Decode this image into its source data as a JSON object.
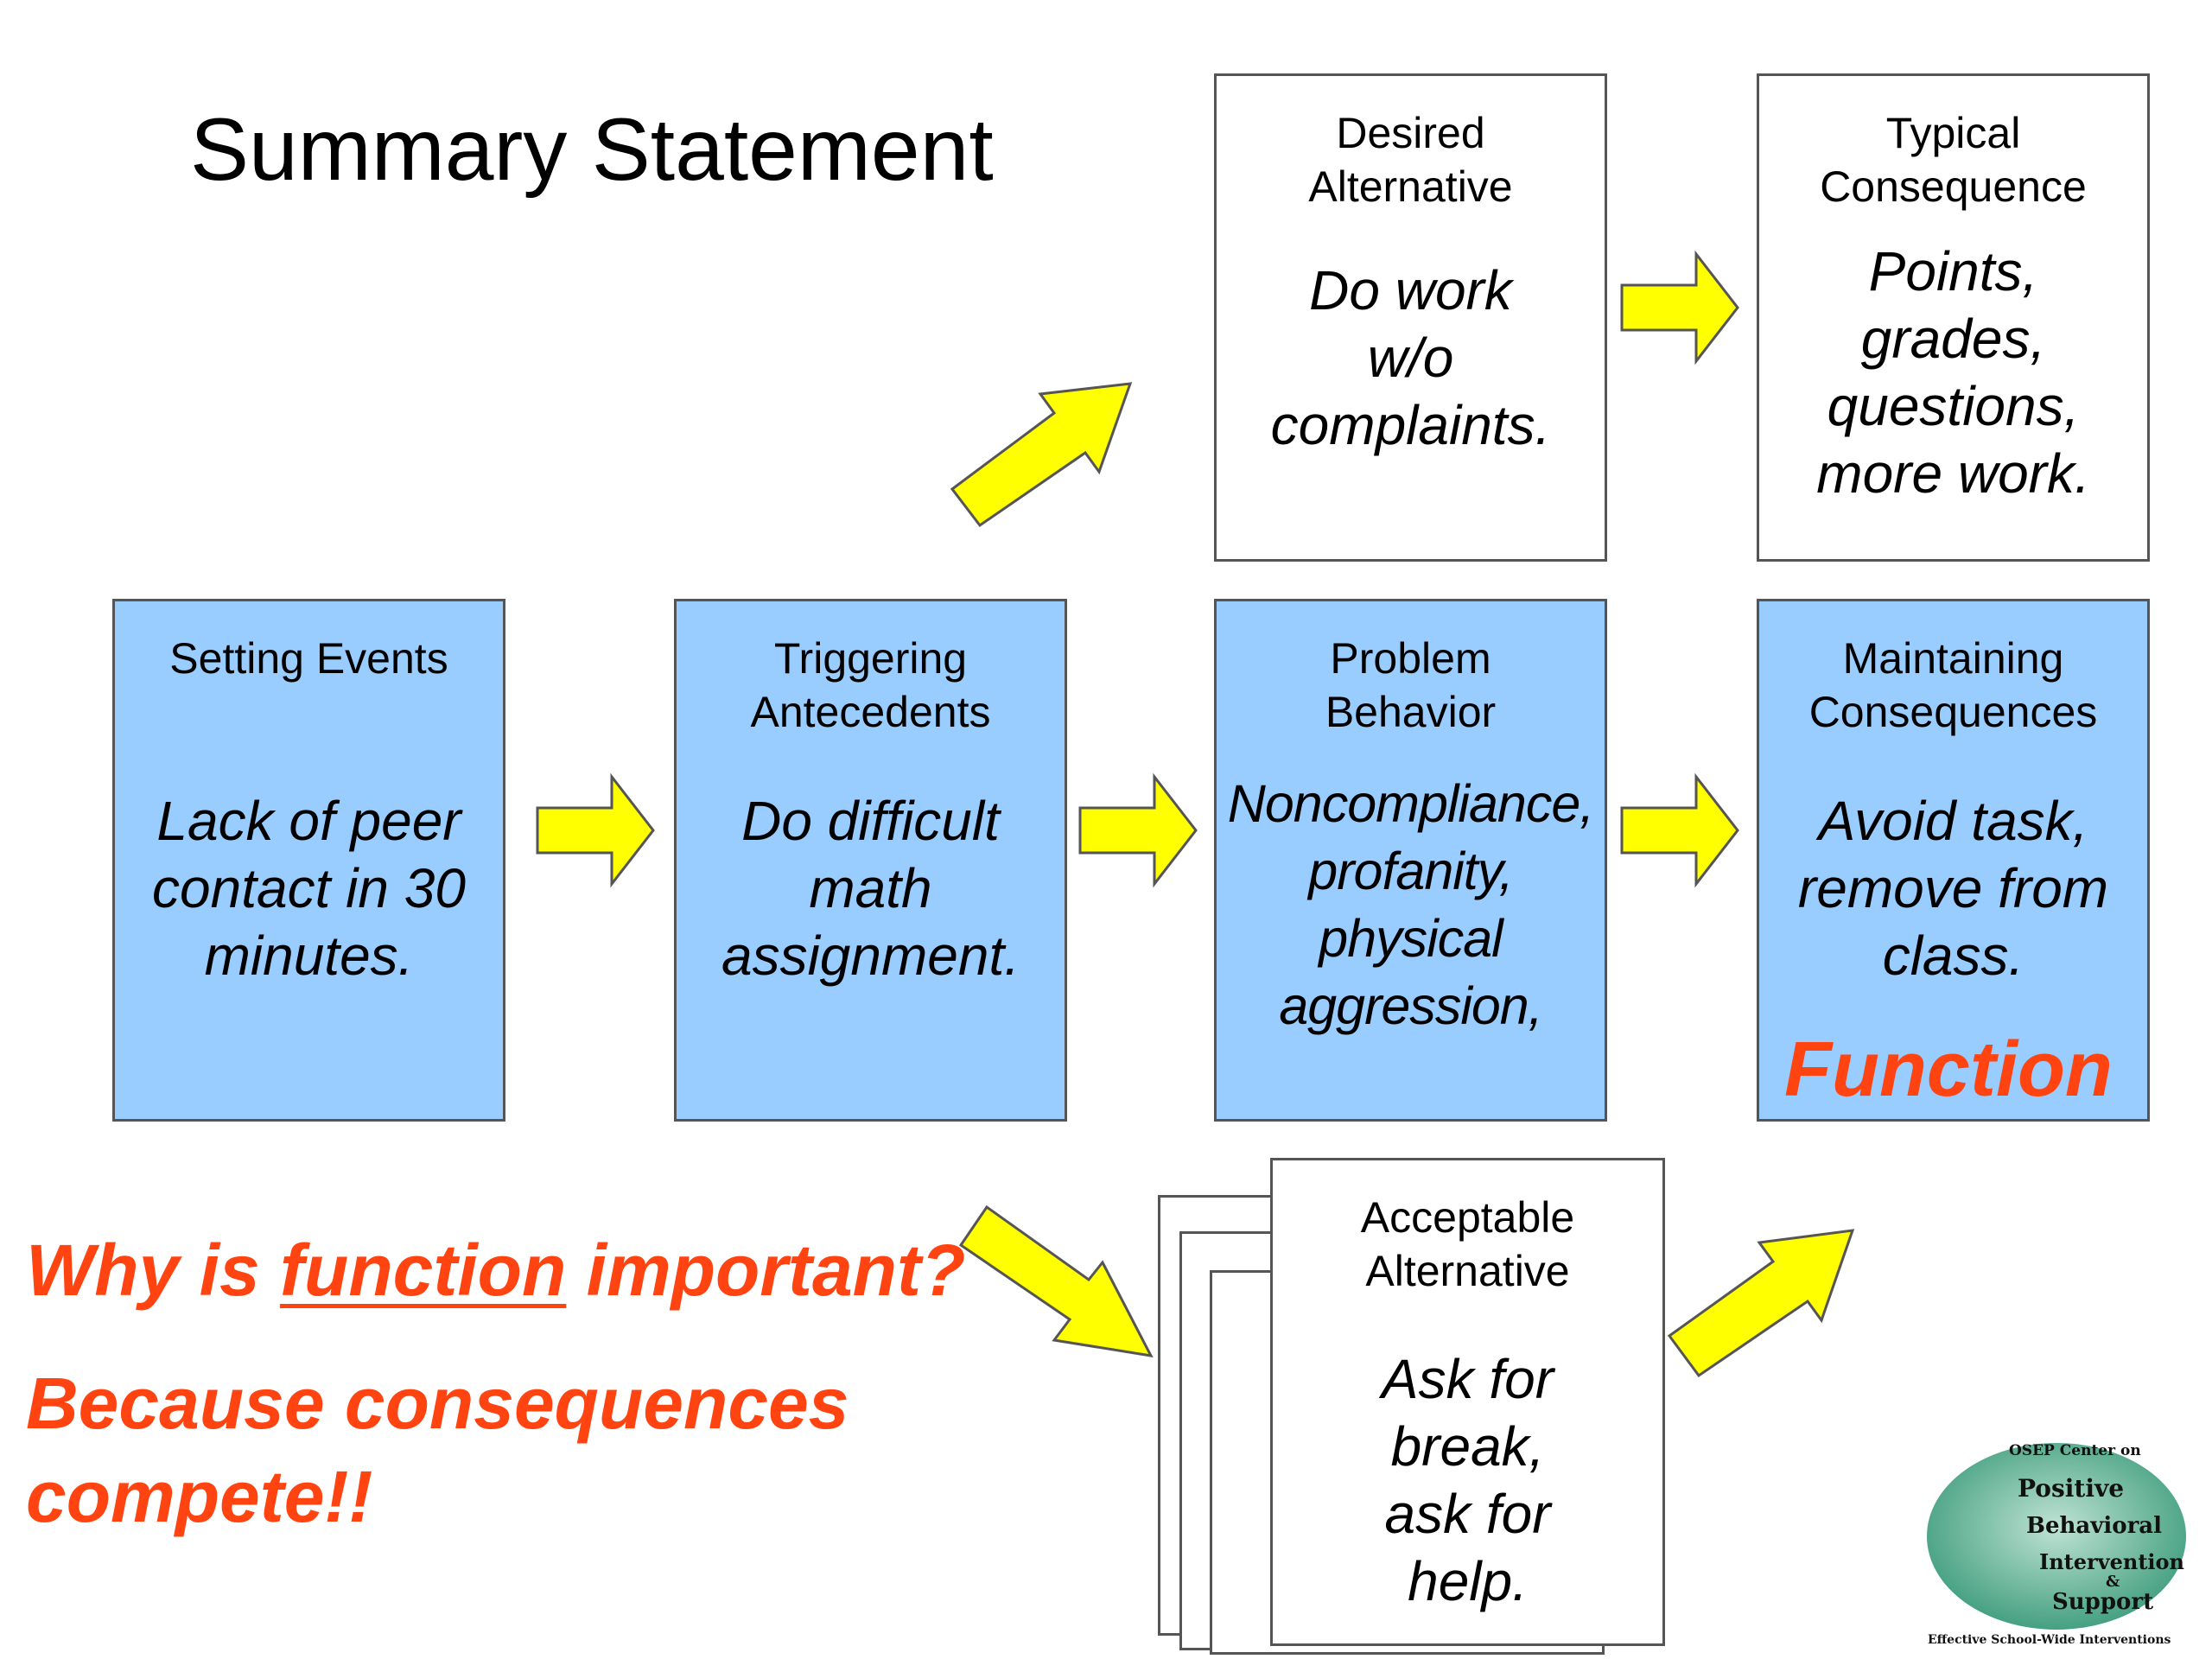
{
  "title": "Summary Statement",
  "boxes": {
    "desired": {
      "header": "Desired\nAlternative",
      "body": "Do work\nw/o\ncomplaints."
    },
    "typical": {
      "header": "Typical\nConsequence",
      "body": "Points,\ngrades,\nquestions,\nmore work."
    },
    "setting": {
      "header": "Setting Events",
      "body": "Lack of peer\ncontact in 30\nminutes."
    },
    "triggering": {
      "header": "Triggering\nAntecedents",
      "body": "Do difficult\nmath\nassignment."
    },
    "problem": {
      "header": "Problem\nBehavior",
      "body": "Noncompliance,\nprofanity,\nphysical\naggression,"
    },
    "maintaining": {
      "header": "Maintaining\nConsequences",
      "body": "Avoid task,\nremove from\nclass."
    },
    "acceptable": {
      "header": "Acceptable\nAlternative",
      "body": "Ask for\nbreak,\nask for\nhelp."
    }
  },
  "function_label": "Function",
  "question": {
    "before": "Why is ",
    "underlined": "function",
    "after": " important?"
  },
  "answer": "Because consequences\ncompete!!",
  "logo": {
    "top": "OSEP Center on",
    "lines": [
      "Positive",
      "Behavioral",
      "Intervention",
      "&",
      "Support"
    ],
    "bottom": "Effective School-Wide Interventions"
  },
  "colors": {
    "box_blue": "#99ccff",
    "arrow_fill": "#ffff00",
    "emphasis": "#ff4411",
    "logo_green": "#3a9a7a"
  }
}
